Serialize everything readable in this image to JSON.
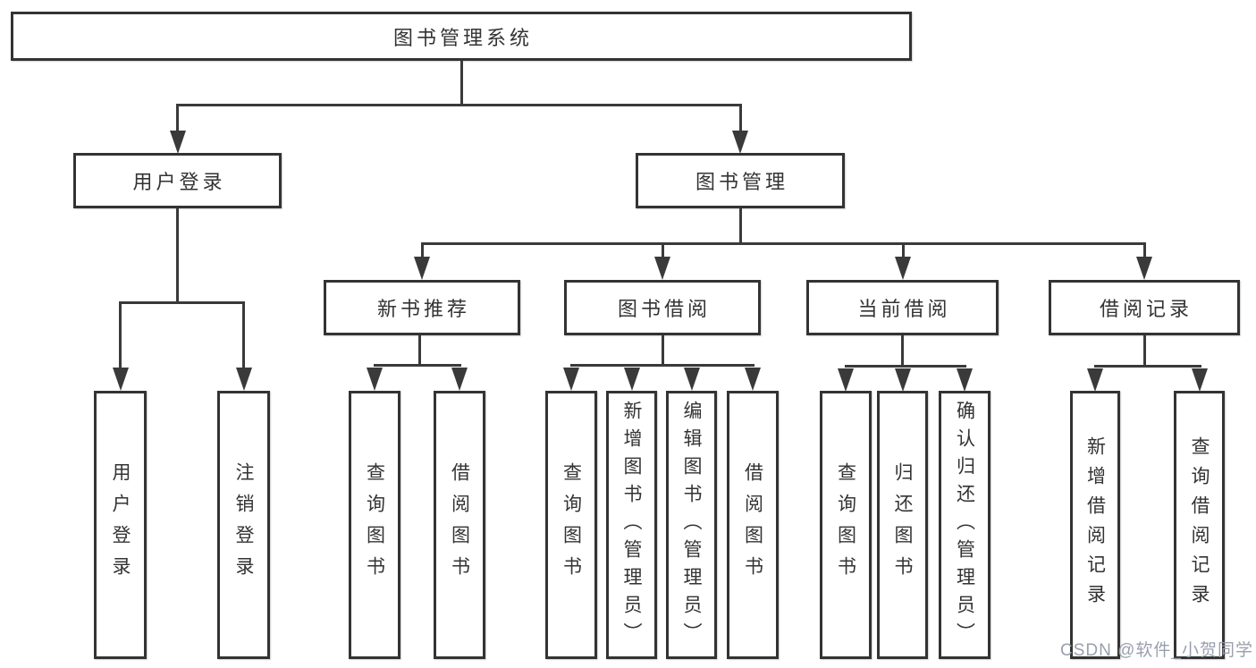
{
  "tree": {
    "root": {
      "label": "图书管理系统",
      "children": [
        {
          "label": "用户登录",
          "children": [
            {
              "label": "用户登录"
            },
            {
              "label": "注销登录"
            }
          ]
        },
        {
          "label": "图书管理",
          "children": [
            {
              "label": "新书推荐",
              "children": [
                {
                  "label": "查询图书"
                },
                {
                  "label": "借阅图书"
                }
              ]
            },
            {
              "label": "图书借阅",
              "children": [
                {
                  "label": "查询图书"
                },
                {
                  "label": "新增图书（管理员）"
                },
                {
                  "label": "编辑图书（管理员）"
                },
                {
                  "label": "借阅图书"
                }
              ]
            },
            {
              "label": "当前借阅",
              "children": [
                {
                  "label": "查询图书"
                },
                {
                  "label": "归还图书"
                },
                {
                  "label": "确认归还（管理员）"
                }
              ]
            },
            {
              "label": "借阅记录",
              "children": [
                {
                  "label": "新增借阅记录"
                },
                {
                  "label": "查询借阅记录"
                }
              ]
            }
          ]
        }
      ]
    }
  },
  "watermark": "CSDN @软件_小贺同学",
  "colors": {
    "line": "#3a3a3a",
    "border": "#333333",
    "text": "#333333",
    "background": "#ffffff",
    "watermark": "#949aaa"
  }
}
